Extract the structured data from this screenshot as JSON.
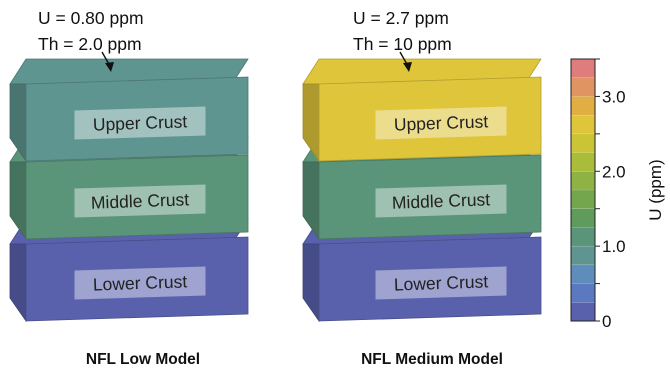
{
  "models": [
    {
      "id": "low",
      "title": "NFL Low Model",
      "annotation": {
        "u_text": "U = 0.80 ppm",
        "th_text": "Th = 2.0 ppm"
      },
      "layers": [
        {
          "id": "upper",
          "label": "Upper Crust",
          "u_ppm": 0.8
        },
        {
          "id": "middle",
          "label": "Middle Crust",
          "u_ppm": 1.0
        },
        {
          "id": "lower",
          "label": "Lower Crust",
          "u_ppm": 0.2
        }
      ]
    },
    {
      "id": "medium",
      "title": "NFL Medium Model",
      "annotation": {
        "u_text": "U = 2.7 ppm",
        "th_text": "Th = 10 ppm"
      },
      "layers": [
        {
          "id": "upper",
          "label": "Upper Crust",
          "u_ppm": 2.7
        },
        {
          "id": "middle",
          "label": "Middle Crust",
          "u_ppm": 1.0
        },
        {
          "id": "lower",
          "label": "Lower Crust",
          "u_ppm": 0.2
        }
      ]
    }
  ],
  "colorbar": {
    "label": "U (ppm)",
    "min": 0,
    "max": 3.5,
    "tick_labels": [
      "0",
      "1.0",
      "2.0",
      "3.0"
    ],
    "bins": [
      {
        "from": 0.0,
        "to": 0.25,
        "color": "#5961ad"
      },
      {
        "from": 0.25,
        "to": 0.5,
        "color": "#5a79c1"
      },
      {
        "from": 0.5,
        "to": 0.75,
        "color": "#5e8dbc"
      },
      {
        "from": 0.75,
        "to": 1.0,
        "color": "#5e9590"
      },
      {
        "from": 1.0,
        "to": 1.25,
        "color": "#5a9479"
      },
      {
        "from": 1.25,
        "to": 1.5,
        "color": "#5e9b5c"
      },
      {
        "from": 1.5,
        "to": 1.75,
        "color": "#73a64d"
      },
      {
        "from": 1.75,
        "to": 2.0,
        "color": "#8eb344"
      },
      {
        "from": 2.0,
        "to": 2.25,
        "color": "#a9bd3b"
      },
      {
        "from": 2.25,
        "to": 2.5,
        "color": "#cbc536"
      },
      {
        "from": 2.5,
        "to": 2.75,
        "color": "#dfc53a"
      },
      {
        "from": 2.75,
        "to": 3.0,
        "color": "#e0ae42"
      },
      {
        "from": 3.0,
        "to": 3.25,
        "color": "#df9462"
      },
      {
        "from": 3.25,
        "to": 3.5,
        "color": "#df7d7c"
      }
    ]
  }
}
